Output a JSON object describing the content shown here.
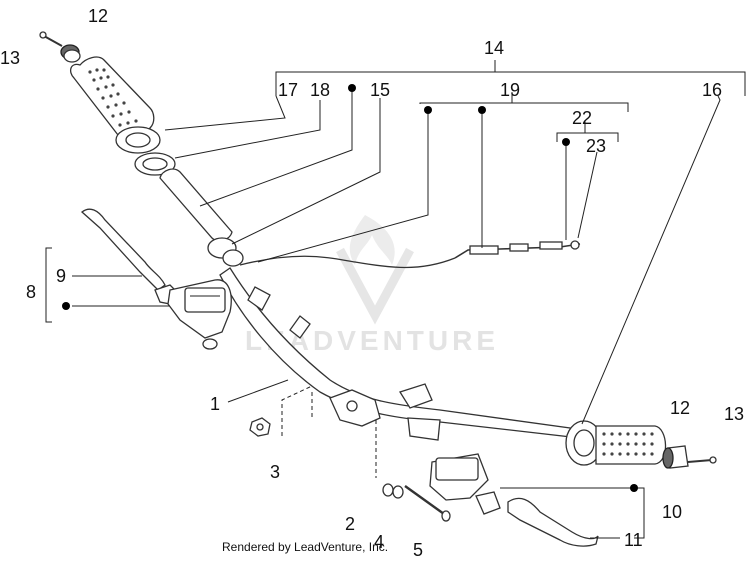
{
  "diagram": {
    "callouts": [
      "12",
      "13",
      "14",
      "17",
      "18",
      "15",
      "19",
      "22",
      "23",
      "16",
      "9",
      "8",
      "1",
      "3",
      "2",
      "4",
      "5",
      "12",
      "13",
      "10",
      "11"
    ],
    "watermark": "LEADVENTURE",
    "credit": "Rendered by LeadVenture, Inc."
  }
}
